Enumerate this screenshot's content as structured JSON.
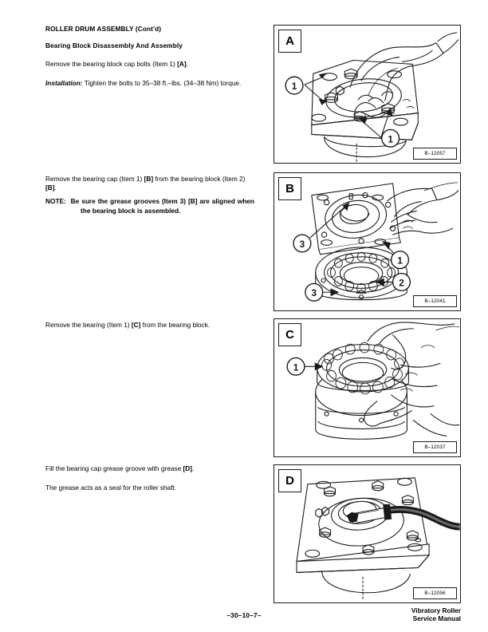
{
  "document": {
    "title": "ROLLER DRUM ASSEMBLY (Cont'd)",
    "subtitle": "Bearing Block Disassembly And Assembly"
  },
  "instructions": {
    "step_a": {
      "text_1": "Remove the bearing block cap bolts (Item 1) ",
      "ref_1": "[A]",
      "text_2": ".",
      "installation_label": "Installation:",
      "installation_text": " Tighten the bolts to 35–38 ft.–lbs. (34–38 Nm) torque."
    },
    "step_b": {
      "text_1": "Remove the bearing cap (Item 1) ",
      "ref_1": "[B]",
      "text_2": " from the bearing block (Item 2) ",
      "ref_2": "[B]",
      "text_3": ".",
      "note_label": "NOTE:",
      "note_text": "Be sure the grease grooves (Item 3) [B] are aligned when the bearing block is assembled."
    },
    "step_c": {
      "text_1": "Remove the bearing (Item 1) ",
      "ref_1": "[C]",
      "text_2": " from the bearing block."
    },
    "step_d": {
      "text_1": "Fill the bearing cap grease groove with grease ",
      "ref_1": "[D]",
      "text_2": ".",
      "text_3": "The grease acts as a seal for the roller shaft."
    }
  },
  "figures": [
    {
      "letter": "A",
      "id": "B–12057",
      "caption_subject": "bearing block cap bolts removal",
      "callouts": [
        "1",
        "1"
      ]
    },
    {
      "letter": "B",
      "id": "B–12041",
      "caption_subject": "bearing cap and bearing block separation",
      "callouts": [
        "3",
        "1",
        "2",
        "3"
      ]
    },
    {
      "letter": "C",
      "id": "B–12037",
      "caption_subject": "bearing removal from bearing block",
      "callouts": [
        "1"
      ]
    },
    {
      "letter": "D",
      "id": "B–12056",
      "caption_subject": "filling grease groove with grease gun",
      "callouts": []
    }
  ],
  "footer": {
    "page_number": "–30–10–7–",
    "manual_line_1": "Vibratory Roller",
    "manual_line_2": "Service Manual"
  }
}
